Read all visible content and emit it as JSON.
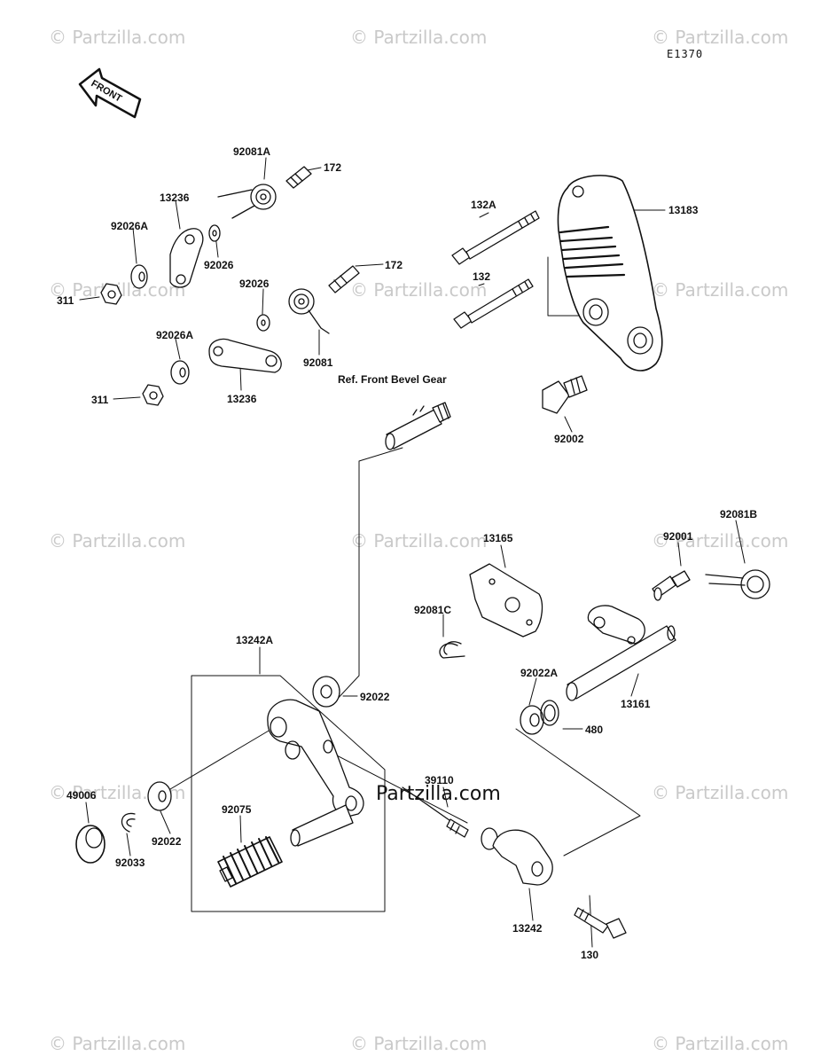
{
  "diagram": {
    "code": "E1370",
    "brand": "Partzilla.com",
    "watermark": "© Partzilla.com",
    "front_arrow": "FRONT",
    "reference_note": "Ref. Front Bevel Gear",
    "part_labels": {
      "p92081A": "92081A",
      "p172a": "172",
      "p13236a": "13236",
      "p92026A_a": "92026A",
      "p92026a": "92026",
      "p311a": "311",
      "p172b": "172",
      "p92026b": "92026",
      "p92026A_b": "92026A",
      "p92081": "92081",
      "p311b": "311",
      "p13236b": "13236",
      "p132A": "132A",
      "p132": "132",
      "p13183": "13183",
      "p92002": "92002",
      "p13165": "13165",
      "p92081C": "92081C",
      "p92001": "92001",
      "p92081B": "92081B",
      "p13242A": "13242A",
      "p92022a": "92022",
      "p92022A": "92022A",
      "p480": "480",
      "p13161": "13161",
      "p49006": "49006",
      "p92022b": "92022",
      "p92033": "92033",
      "p92075": "92075",
      "p39110": "39110",
      "p13242": "13242",
      "p130": "130"
    }
  },
  "colors": {
    "ink": "#111111",
    "watermark": "#c9c9c9",
    "background": "#ffffff"
  }
}
